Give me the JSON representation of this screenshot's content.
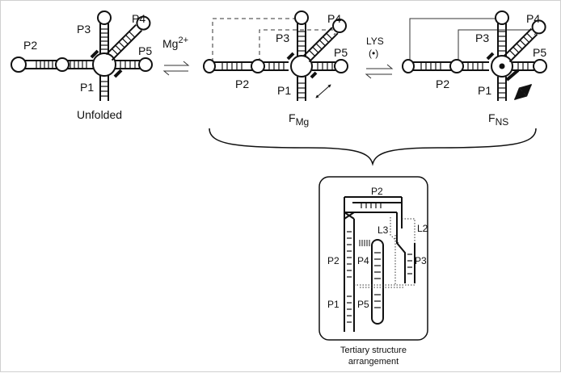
{
  "states": {
    "unfolded": {
      "caption": "Unfolded"
    },
    "fmg": {
      "caption_main": "F",
      "caption_sub": "Mg"
    },
    "fns": {
      "caption_main": "F",
      "caption_sub": "NS"
    }
  },
  "helices": {
    "p1": "P1",
    "p2": "P2",
    "p3": "P3",
    "p4": "P4",
    "p5": "P5"
  },
  "arrows": {
    "mg": {
      "main": "Mg",
      "sup": "2+"
    },
    "lys": {
      "line1": "LYS",
      "line2": "(•)"
    }
  },
  "inset": {
    "labels": {
      "p1": "P1",
      "p2_top": "P2",
      "p2_left": "P2",
      "p3": "P3",
      "p4": "P4",
      "p5": "P5",
      "l2": "L2",
      "l3": "L3"
    },
    "caption_line1": "Tertiary structure",
    "caption_line2": "arrangement"
  }
}
